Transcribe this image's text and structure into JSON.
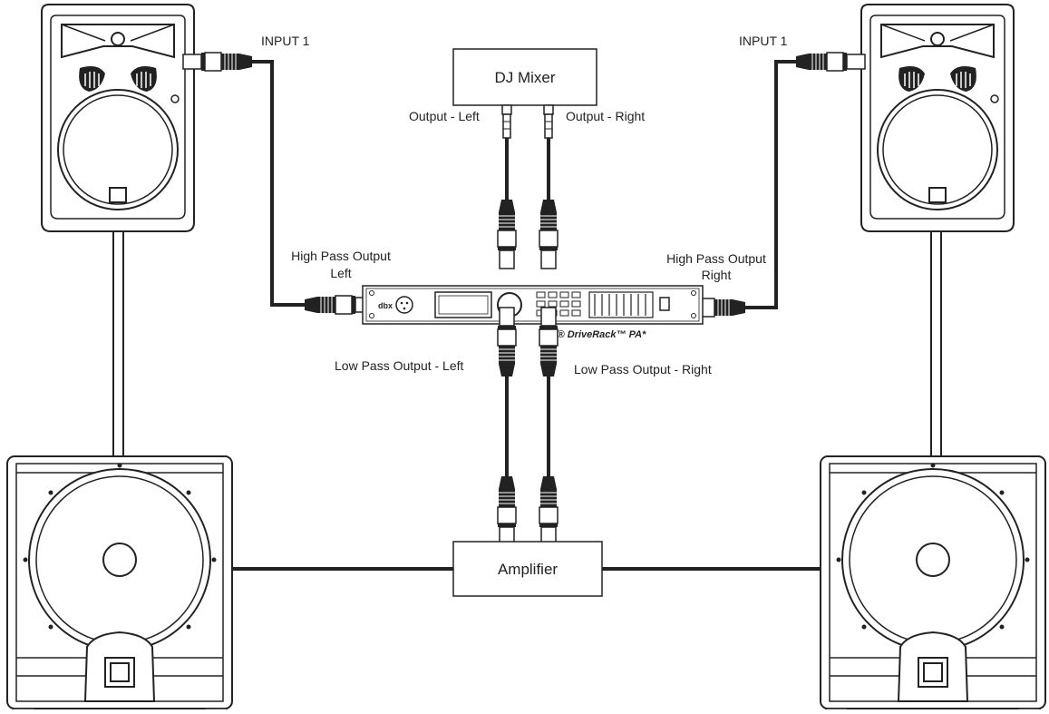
{
  "labels": {
    "input_left": "INPUT 1",
    "input_right": "INPUT 1",
    "dj_mixer": "DJ Mixer",
    "output_left": "Output - Left",
    "output_right": "Output - Right",
    "hp_left_line1": "High Pass Output",
    "hp_left_line2": "Left",
    "hp_right_line1": "High Pass Output",
    "hp_right_line2": "Right",
    "device_name": "dbx® DriveRack™ PA*",
    "device_logo": "dbx",
    "lp_left": "Low Pass Output - Left",
    "lp_right": "Low Pass Output - Right",
    "amplifier": "Amplifier"
  },
  "icons": {
    "speaker": "pa-speaker-icon",
    "subwoofer": "subwoofer-icon",
    "xlr_connector": "xlr-connector-icon",
    "rca_connector": "rca-connector-icon",
    "processor": "rack-processor-icon"
  },
  "colors": {
    "line": "#222222",
    "background": "#ffffff"
  }
}
